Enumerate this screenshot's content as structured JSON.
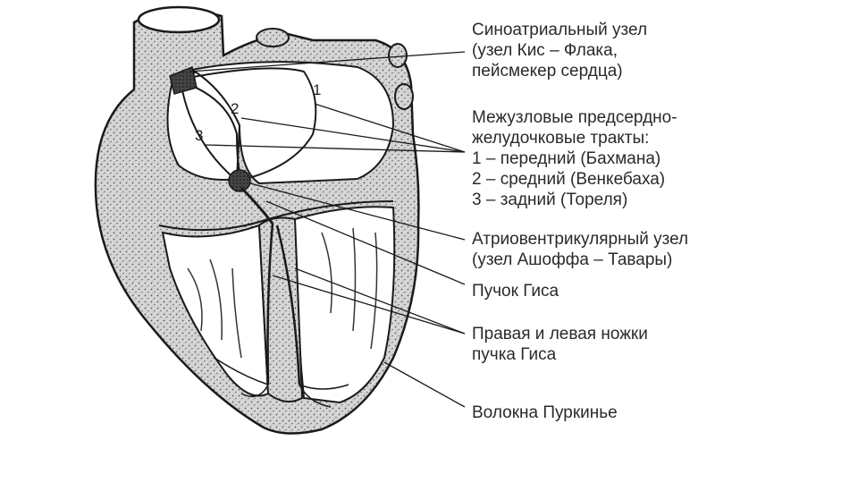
{
  "labels": {
    "sa_node": [
      "Синоатриальный узел",
      "(узел Кис – Флака,",
      "пейсмекер сердца)"
    ],
    "tracts": [
      "Межузловые предсердно-",
      "желудочковые тракты:",
      "1 – передний (Бахмана)",
      "2 – средний (Венкебаха)",
      "3 – задний (Тореля)"
    ],
    "av_node": [
      "Атриовентрикулярный узел",
      "(узел Ашоффа – Тавары)"
    ],
    "his_bundle": [
      "Пучок Гиса"
    ],
    "bundle_branches": [
      "Правая и левая ножки",
      "пучка Гиса"
    ],
    "purkinje": [
      "Волокна Пуркинье"
    ]
  },
  "tract_numbers": [
    "1",
    "2",
    "3"
  ],
  "colors": {
    "text": "#2a2a2a",
    "line": "#1a1a1a",
    "tissue": "#c9c9c9",
    "background": "#ffffff"
  }
}
